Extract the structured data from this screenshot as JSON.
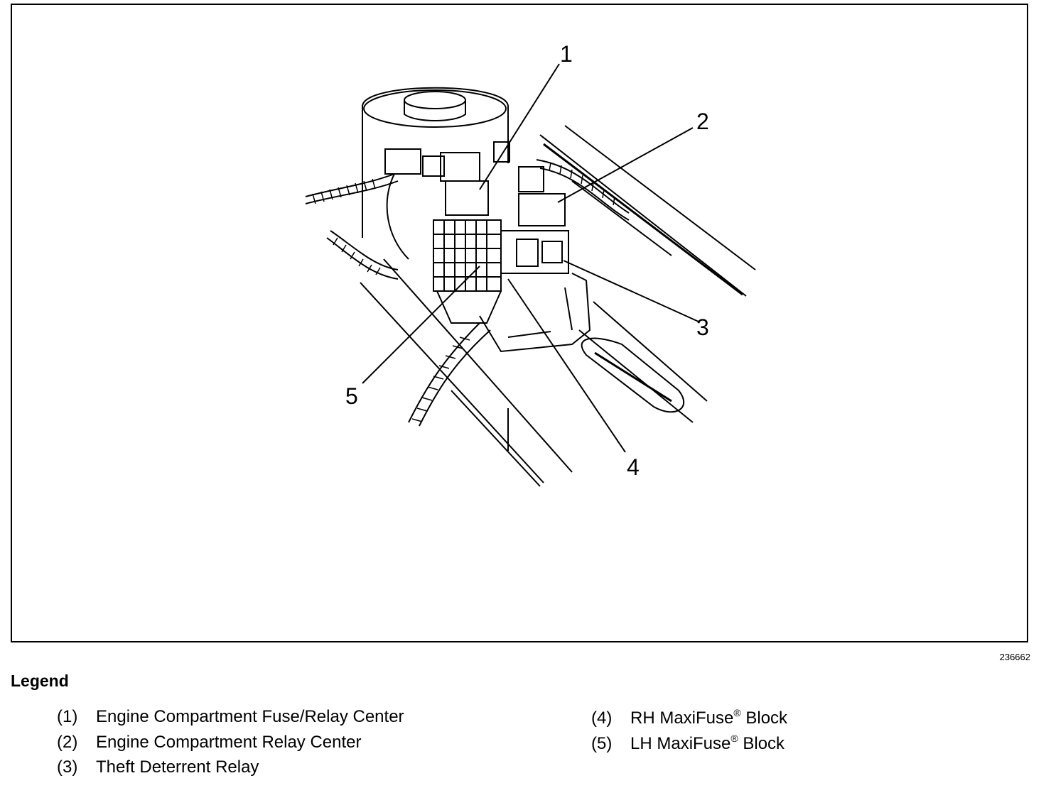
{
  "figure": {
    "callouts": [
      "1",
      "2",
      "3",
      "4",
      "5"
    ],
    "figure_number": "236662"
  },
  "legend": {
    "title": "Legend",
    "items": [
      {
        "num": "(1)",
        "label": "Engine Compartment Fuse/Relay Center",
        "reg": ""
      },
      {
        "num": "(2)",
        "label": "Engine Compartment Relay Center",
        "reg": ""
      },
      {
        "num": "(3)",
        "label": "Theft Deterrent Relay",
        "reg": ""
      },
      {
        "num": "(4)",
        "label": "RH MaxiFuse",
        "reg": "®",
        "suffix": " Block"
      },
      {
        "num": "(5)",
        "label": "LH MaxiFuse",
        "reg": "®",
        "suffix": " Block"
      }
    ]
  }
}
